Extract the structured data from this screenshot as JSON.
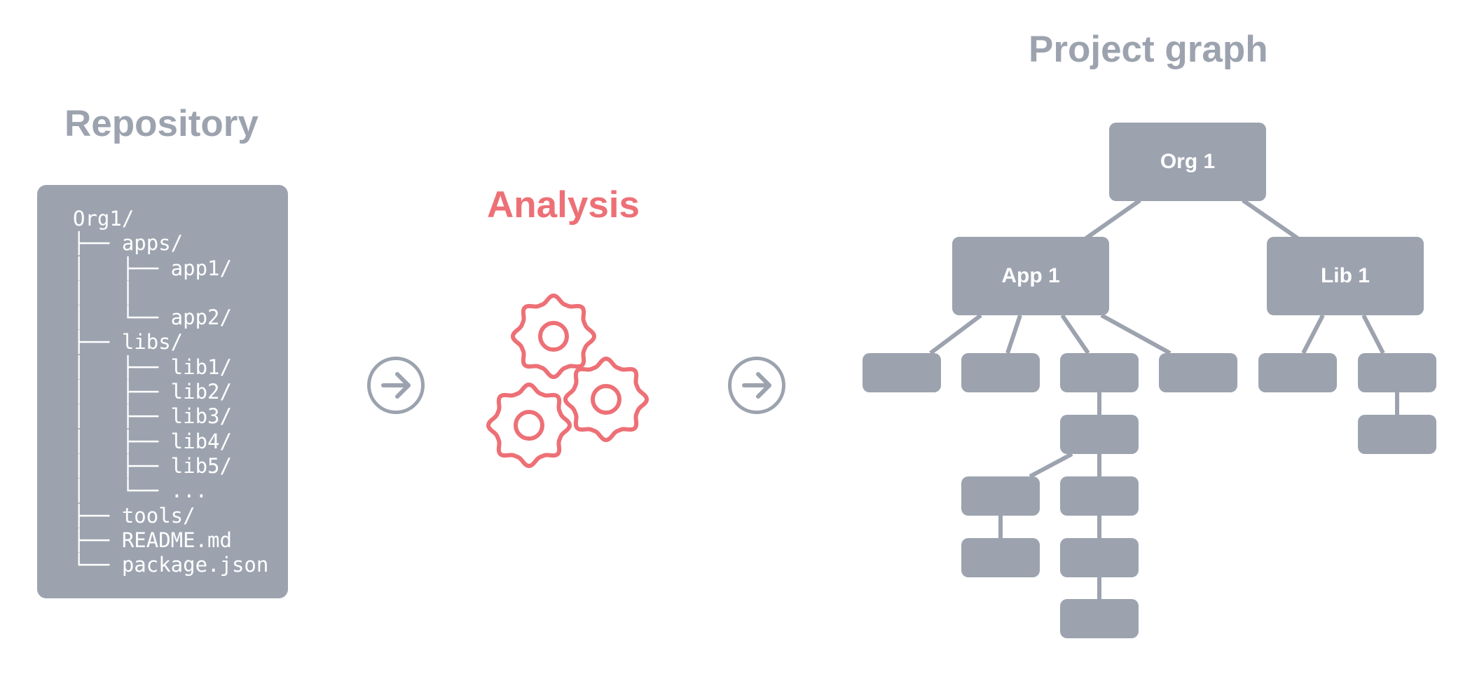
{
  "headings": {
    "repository": "Repository",
    "analysis": "Analysis",
    "project_graph": "Project graph"
  },
  "repository_tree": {
    "lines": [
      "Org1/",
      "├── apps/",
      "│   ├── app1/",
      "│   │",
      "│   └── app2/",
      "├── libs/",
      "│   ├── lib1/",
      "│   ├── lib2/",
      "│   ├── lib3/",
      "│   ├── lib4/",
      "│   ├── lib5/",
      "│   └── ...",
      "├── tools/",
      "├── README.md",
      "└── package.json"
    ]
  },
  "graph": {
    "node_labels": {
      "org": "Org 1",
      "app": "App 1",
      "lib": "Lib 1"
    }
  },
  "icons": {
    "arrows": [
      "arrow-right-circle-icon",
      "arrow-right-circle-icon"
    ],
    "analysis": "gears-icon"
  },
  "colors": {
    "neutral": "#9ca3af",
    "accent": "#ed7076",
    "text_on_neutral": "#ffffff"
  }
}
